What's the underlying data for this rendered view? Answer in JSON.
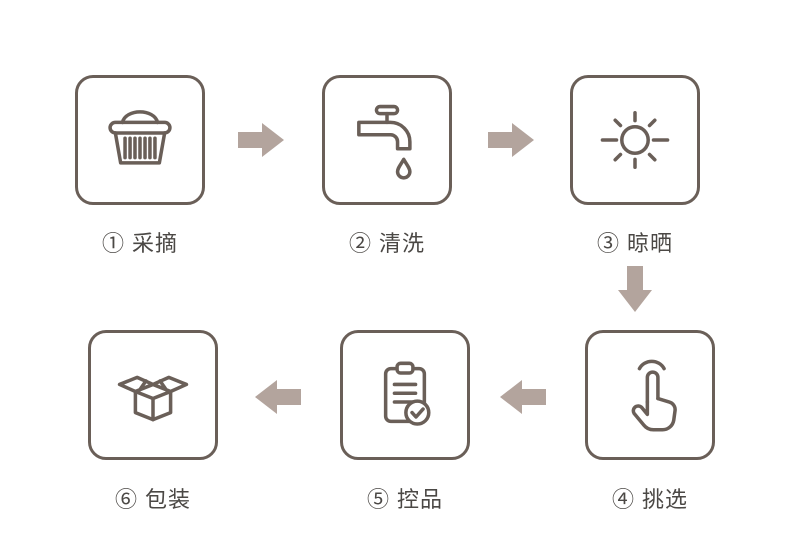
{
  "diagram": {
    "type": "process-flow",
    "step_count": 6
  },
  "colors": {
    "background": "#ffffff",
    "card_border": "#6a5f58",
    "icon_stroke": "#6a5f58",
    "arrow": "#b3a49d",
    "label_text": "#4b4845"
  },
  "steps": [
    {
      "id": 1,
      "label": "① 采摘",
      "icon": "basket-icon"
    },
    {
      "id": 2,
      "label": "② 清洗",
      "icon": "faucet-icon"
    },
    {
      "id": 3,
      "label": "③ 晾晒",
      "icon": "sun-icon"
    },
    {
      "id": 4,
      "label": "④ 挑选",
      "icon": "hand-pick-icon"
    },
    {
      "id": 5,
      "label": "⑤ 控品",
      "icon": "clipboard-check-icon"
    },
    {
      "id": 6,
      "label": "⑥ 包装",
      "icon": "open-box-icon"
    }
  ],
  "arrows": [
    {
      "from": 1,
      "to": 2,
      "direction": "right"
    },
    {
      "from": 2,
      "to": 3,
      "direction": "right"
    },
    {
      "from": 3,
      "to": 4,
      "direction": "down"
    },
    {
      "from": 4,
      "to": 5,
      "direction": "left"
    },
    {
      "from": 5,
      "to": 6,
      "direction": "left"
    }
  ]
}
